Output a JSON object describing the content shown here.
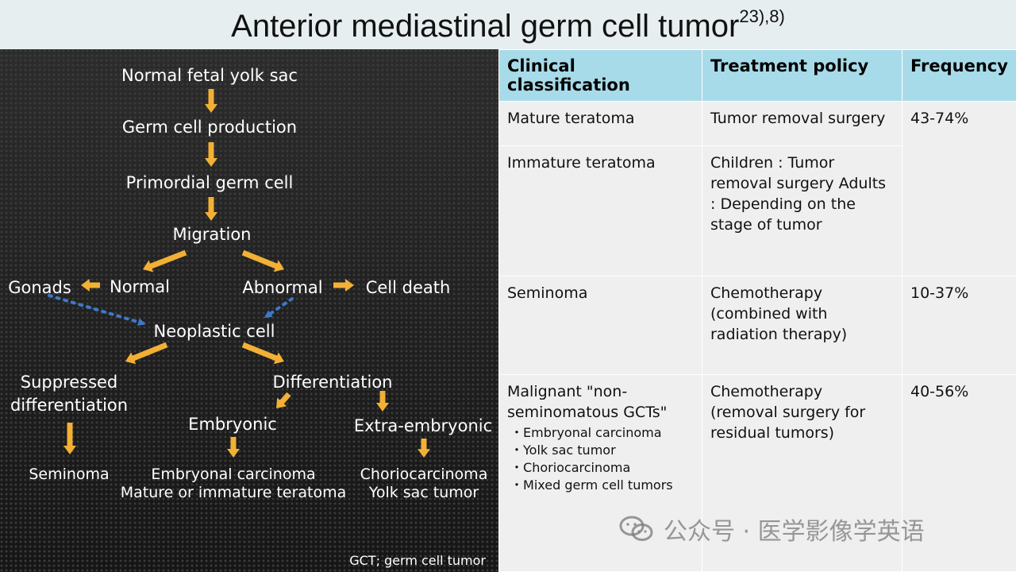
{
  "title": {
    "text": "Anterior mediastinal germ cell tumor",
    "superscript": "23),8)"
  },
  "diagram": {
    "nodes": {
      "yolk_sac": "Normal fetal yolk sac",
      "germ_cell_production": "Germ cell production",
      "primordial": "Primordial germ cell",
      "migration": "Migration",
      "normal": "Normal",
      "gonads": "Gonads",
      "abnormal": "Abnormal",
      "cell_death": "Cell death",
      "neoplastic": "Neoplastic cell",
      "suppressed_1": "Suppressed",
      "suppressed_2": "differentiation",
      "differentiation": "Differentiation",
      "embryonic": "Embryonic",
      "extra_embryonic": "Extra-embryonic",
      "seminoma": "Seminoma",
      "embryonal_carcinoma": "Embryonal carcinoma",
      "mature_immature": "Mature or immature teratoma",
      "choriocarcinoma": "Choriocarcinoma",
      "yolk_sac_tumor": "Yolk sac tumor"
    },
    "footnote": "GCT; germ cell tumor",
    "colors": {
      "arrow": "#f2b035",
      "dotted": "#3f78c8",
      "text": "#ffffff"
    }
  },
  "table": {
    "headers": [
      "Clinical classification",
      "Treatment policy",
      "Frequency"
    ],
    "rows": [
      {
        "classification": "Mature teratoma",
        "treatment": "Tumor removal surgery",
        "frequency": "43-74%"
      },
      {
        "classification": "Immature teratoma",
        "treatment": "Children :\n  Tumor removal surgery\n\nAdults :\n  Depending on the\n  stage of tumor",
        "frequency": ""
      },
      {
        "classification": "Seminoma",
        "treatment": "Chemotherapy\n(combined with\nradiation therapy)",
        "frequency": "10-37%"
      },
      {
        "classification": "Malignant \"non-\nseminomatous GCTs\"",
        "subtypes": [
          "Embryonal carcinoma",
          "Yolk sac tumor",
          "Choriocarcinoma",
          "Mixed germ cell tumors"
        ],
        "treatment": "Chemotherapy\n(removal surgery for\nresidual tumors)",
        "frequency": "40-56%"
      }
    ],
    "colors": {
      "header_bg": "#a8dbe9",
      "cell_bg": "#efefef"
    }
  },
  "watermark": "公众号 · 医学影像学英语"
}
